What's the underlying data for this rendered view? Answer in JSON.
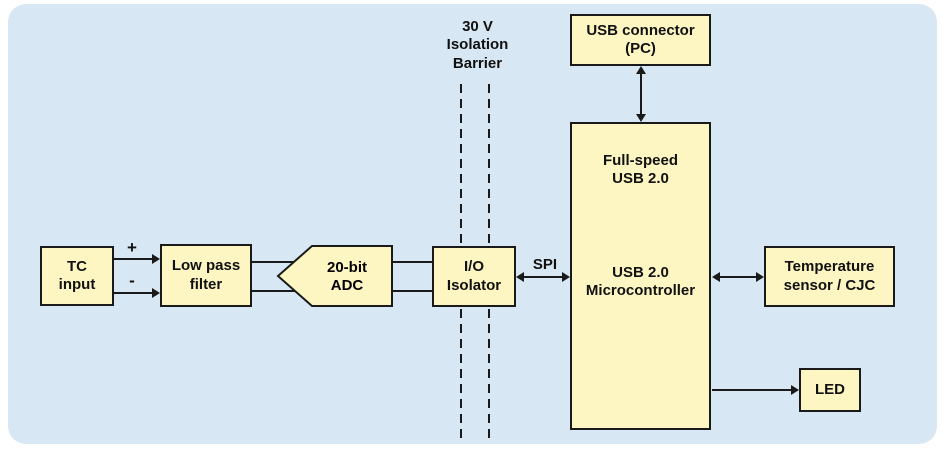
{
  "colors": {
    "panel_bg": "#d7e8f4",
    "box_fill": "#fdf5c2",
    "line": "#1a1a1a"
  },
  "blocks": {
    "tc_input": "TC\ninput",
    "low_pass_filter": "Low pass\nfilter",
    "adc": "20-bit\nADC",
    "io_isolator": "I/O\nIsolator",
    "usb_connector": "USB connector\n(PC)",
    "mcu_top": "Full-speed\nUSB 2.0",
    "mcu_main": "USB 2.0\nMicrocontroller",
    "temp_sensor": "Temperature\nsensor / CJC",
    "led": "LED"
  },
  "labels": {
    "isolation_barrier": "30 V\nIsolation\nBarrier",
    "spi": "SPI",
    "plus": "+",
    "minus": "-"
  }
}
